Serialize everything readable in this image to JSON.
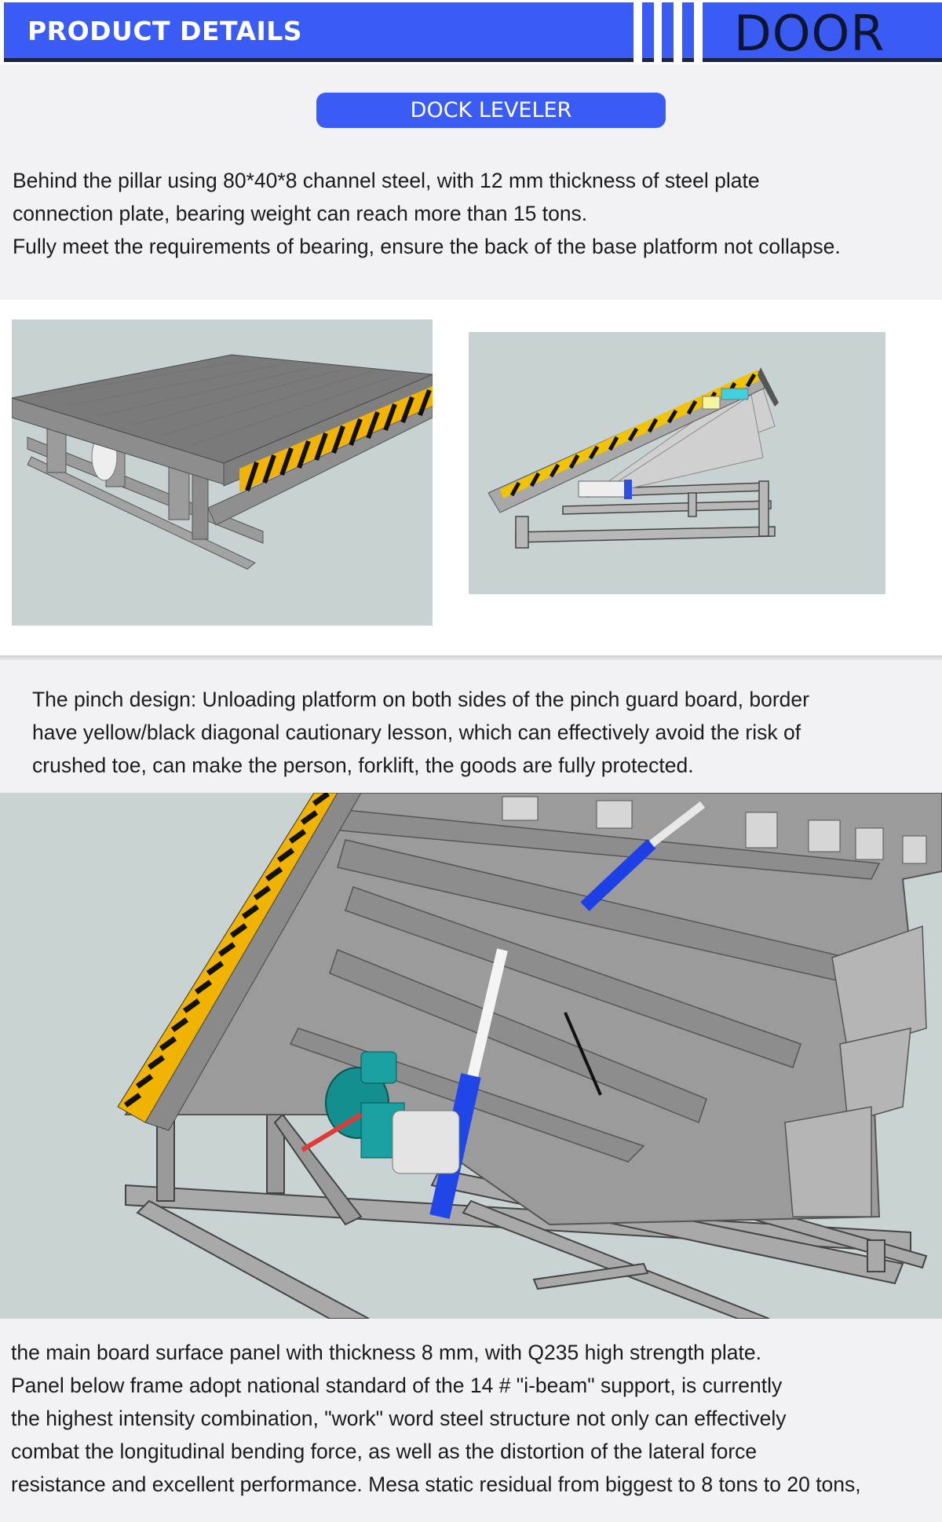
{
  "header": {
    "title": "PRODUCT DETAILS",
    "brand_word": "DOOR",
    "accent_color": "#3a5cf5",
    "underline_color": "#1a2440"
  },
  "section_label": "DOCK LEVELER",
  "intro": {
    "lines": [
      "Behind the pillar using 80*40*8 channel steel, with 12 mm thickness of steel plate",
      "connection plate, bearing weight can reach more than 15 tons.",
      "Fully meet the requirements of bearing, ensure the back of the base platform not collapse."
    ]
  },
  "images": [
    {
      "name": "dock-leveler-platform-render",
      "alt": "Dock leveler platform with checker plate deck and yellow/black safety stripe"
    },
    {
      "name": "dock-leveler-raised-side-render",
      "alt": "Dock leveler raised, side view with hydraulic cylinder and frame"
    },
    {
      "name": "dock-leveler-underside-render",
      "alt": "Underside of raised dock leveler showing hydraulic pump, motor and cylinders"
    }
  ],
  "pinch": {
    "lines": [
      "The pinch design: Unloading platform on both sides of the pinch guard board, border",
      "have yellow/black diagonal cautionary lesson, which can effectively avoid the risk of",
      "crushed toe, can make the person, forklift, the goods are fully protected."
    ]
  },
  "structure": {
    "lines": [
      "the main board surface panel with thickness 8 mm, with Q235 high strength plate.",
      "Panel below frame adopt national standard of the 14 # \"i-beam\" support, is currently",
      "the highest intensity combination, \"work\" word steel structure not only can effectively",
      "combat the longitudinal bending force, as well as the distortion of the lateral force",
      "resistance and excellent performance. Mesa static residual from biggest to 8 tons to 20 tons,"
    ]
  }
}
